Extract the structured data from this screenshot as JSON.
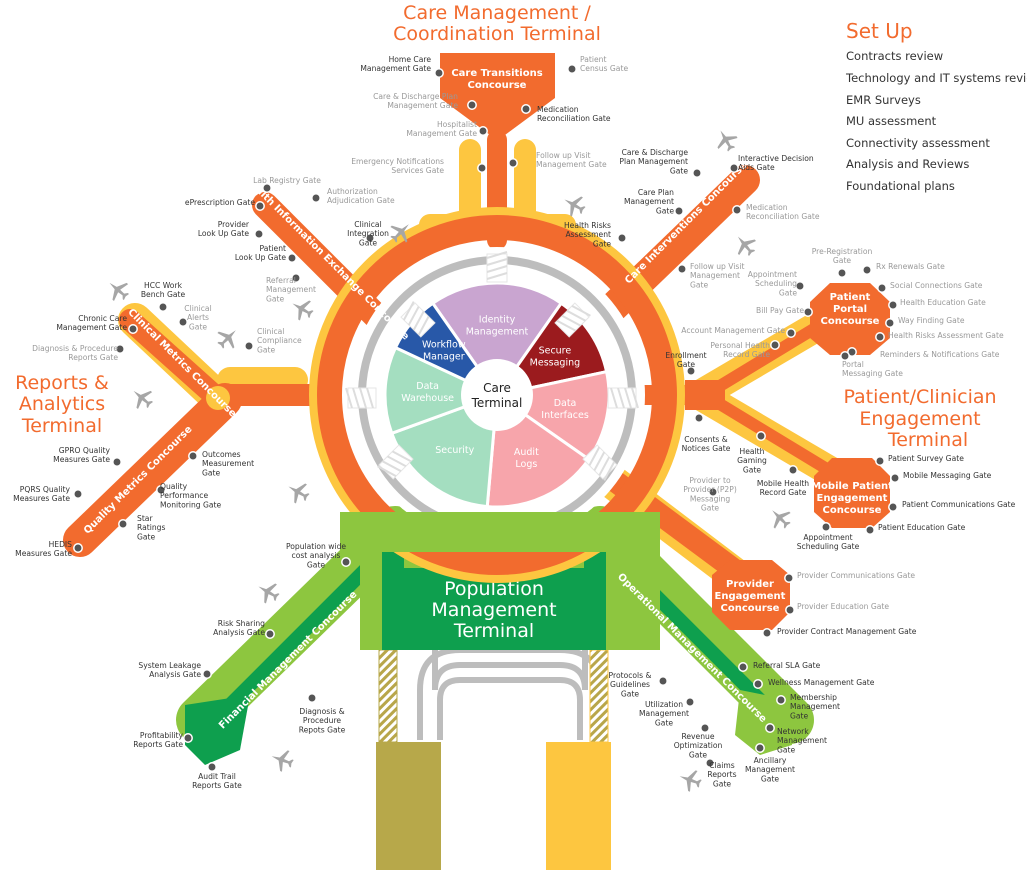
{
  "terminals": {
    "care_mgmt": [
      "Care Management /",
      "Coordination Terminal"
    ],
    "reports": [
      "Reports &",
      "Analytics",
      "Terminal"
    ],
    "patient": [
      "Patient/Clinician",
      "Engagement",
      "Terminal"
    ],
    "population": [
      "Population",
      "Management",
      "Terminal"
    ],
    "care": [
      "Care",
      "Terminal"
    ]
  },
  "setup": {
    "title": "Set Up",
    "items": [
      "Contracts review",
      "Technology and IT systems review",
      "EMR Surveys",
      "MU assessment",
      "Connectivity assessment",
      "Analysis and Reviews",
      "Foundational plans"
    ]
  },
  "hub_sections": {
    "identity": [
      "Identity",
      "Management"
    ],
    "secure": [
      "Secure",
      "Messaging"
    ],
    "interfaces": [
      "Data",
      "Interfaces"
    ],
    "audit": [
      "Audit",
      "Logs"
    ],
    "security": [
      "Security"
    ],
    "warehouse": [
      "Data",
      "Warehouse"
    ],
    "workflow": [
      "Workflow",
      "Manager"
    ]
  },
  "concourses": {
    "care_transitions": [
      "Care Transitions",
      "Concourse"
    ],
    "hie": "Health Information Exchange Concourse",
    "clinical_metrics": "Clinical Metrics Concourse",
    "quality_metrics": "Quality Metrics Concourse",
    "care_interventions": "Care Interventions Concourse",
    "patient_portal": [
      "Patient",
      "Portal",
      "Concourse"
    ],
    "mobile_patient": [
      "Mobile Patient",
      "Engagement",
      "Concourse"
    ],
    "provider_engagement": [
      "Provider",
      "Engagement",
      "Concourse"
    ],
    "financial": "Financial Management Concourse",
    "operational": "Operational Management Concourse"
  },
  "gates": {
    "home_care": [
      "Home Care",
      "Management Gate"
    ],
    "patient_census": [
      "Patient",
      "Census Gate"
    ],
    "care_discharge": [
      "Care & Discharge Plan",
      "Management Gate"
    ],
    "med_recon": [
      "Medication",
      "Reconciliation Gate"
    ],
    "hospitalist": [
      "Hospitalist",
      "Management Gate"
    ],
    "follow_up": [
      "Follow up Visit",
      "Management Gate"
    ],
    "emergency": [
      "Emergency Notifications",
      "Services Gate"
    ],
    "lab_registry": [
      "Lab Registry Gate"
    ],
    "authorization": [
      "Authorization",
      "Adjudication Gate"
    ],
    "eprescription": [
      "ePrescription Gate"
    ],
    "provider_lookup": [
      "Provider",
      "Look Up Gate"
    ],
    "clinical_integration": [
      "Clinical",
      "Integration",
      "Gate"
    ],
    "patient_lookup": [
      "Patient",
      "Look Up Gate"
    ],
    "referral_mgmt": [
      "Referral",
      "Management",
      "Gate"
    ],
    "hcc": [
      "HCC Work",
      "Bench Gate"
    ],
    "clinical_alerts": [
      "Clinical",
      "Alerts",
      "Gate"
    ],
    "chronic_care": [
      "Chronic Care",
      "Management Gate"
    ],
    "diagnosis_reports": [
      "Diagnosis & Procedure",
      "Reports Gate"
    ],
    "clinical_compliance": [
      "Clinical",
      "Compliance",
      "Gate"
    ],
    "gpro": [
      "GPRO Quality",
      "Measures Gate"
    ],
    "outcomes": [
      "Outcomes",
      "Measurement",
      "Gate"
    ],
    "pqrs": [
      "PQRS Quality",
      "Measures Gate"
    ],
    "quality_perf": [
      "Quality",
      "Performance",
      "Monitoring Gate"
    ],
    "star": [
      "Star",
      "Ratings",
      "Gate"
    ],
    "hedis": [
      "HEDIS",
      "Measures Gate"
    ],
    "ci_care_discharge": [
      "Care & Discharge",
      "Plan Management",
      "Gate"
    ],
    "interactive_decision": [
      "Interactive Decision",
      "Aids Gate"
    ],
    "care_plan": [
      "Care Plan",
      "Management",
      "Gate"
    ],
    "ci_med_recon": [
      "Medication",
      "Reconciliation Gate"
    ],
    "health_risks": [
      "Health Risks",
      "Assessment",
      "Gate"
    ],
    "ci_follow_up": [
      "Follow up Visit",
      "Management",
      "Gate"
    ],
    "pre_reg": [
      "Pre-Registration",
      "Gate"
    ],
    "rx_renewals": [
      "Rx Renewals Gate"
    ],
    "appt_sched": [
      "Appointment",
      "Scheduling",
      "Gate"
    ],
    "social_conn": [
      "Social Connections Gate"
    ],
    "health_ed": [
      "Health Education Gate"
    ],
    "bill_pay": [
      "Bill Pay Gate"
    ],
    "way_finding": [
      "Way Finding Gate"
    ],
    "account_mgmt": [
      "Account Management Gate"
    ],
    "hra": [
      "Health Risks Assessment Gate"
    ],
    "personal_hr": [
      "Personal Health",
      "Record Gate"
    ],
    "reminders": [
      "Reminders & Notifications Gate"
    ],
    "portal_msg": [
      "Portal",
      "Messaging Gate"
    ],
    "enrollment": [
      "Enrollment",
      "Gate"
    ],
    "consents": [
      "Consents &",
      "Notices Gate"
    ],
    "health_gaming": [
      "Health",
      "Gaming",
      "Gate"
    ],
    "patient_survey": [
      "Patient Survey Gate"
    ],
    "mobile_msg": [
      "Mobile Messaging Gate"
    ],
    "mobile_hr": [
      "Mobile Health",
      "Record Gate"
    ],
    "patient_comm": [
      "Patient Communications Gate"
    ],
    "p2p": [
      "Provider to",
      "Provider (P2P)",
      "Messaging",
      "Gate"
    ],
    "patient_ed": [
      "Patient Education Gate"
    ],
    "mp_appt": [
      "Appointment",
      "Scheduling Gate"
    ],
    "provider_comm": [
      "Provider Communications Gate"
    ],
    "provider_ed": [
      "Provider Education Gate"
    ],
    "provider_contract": [
      "Provider Contract Management Gate"
    ],
    "pop_cost": [
      "Population wide",
      "cost analysis",
      "Gate"
    ],
    "risk_sharing": [
      "Risk Sharing",
      "Analysis Gate"
    ],
    "sys_leakage": [
      "System Leakage",
      "Analysis Gate"
    ],
    "fin_diag": [
      "Diagnosis &",
      "Procedure",
      "Repots Gate"
    ],
    "profitability": [
      "Profitability",
      "Reports Gate"
    ],
    "audit_trail": [
      "Audit Trail",
      "Reports Gate"
    ],
    "referral_sla": [
      "Referral SLA Gate"
    ],
    "wellness": [
      "Wellness Management Gate"
    ],
    "protocols": [
      "Protocols &",
      "Guidelines",
      "Gate"
    ],
    "membership": [
      "Membership",
      "Management",
      "Gate"
    ],
    "utilization": [
      "Utilization",
      "Management",
      "Gate"
    ],
    "network": [
      "Network",
      "Management",
      "Gate"
    ],
    "revenue": [
      "Revenue",
      "Optimization",
      "Gate"
    ],
    "ancillary": [
      "Ancillary",
      "Management",
      "Gate"
    ],
    "claims": [
      "Claims",
      "Reports",
      "Gate"
    ]
  },
  "colors": {
    "orange": "#F26B2E",
    "yellow": "#FDC640",
    "green": "#8DC63F",
    "dark_green": "#0E9F4E",
    "identity": "#C9A5D0",
    "secure": "#9B1B1E",
    "interfaces": "#F7A5AB",
    "workflow": "#2858A8",
    "warehouse": "#A4DEC0"
  }
}
